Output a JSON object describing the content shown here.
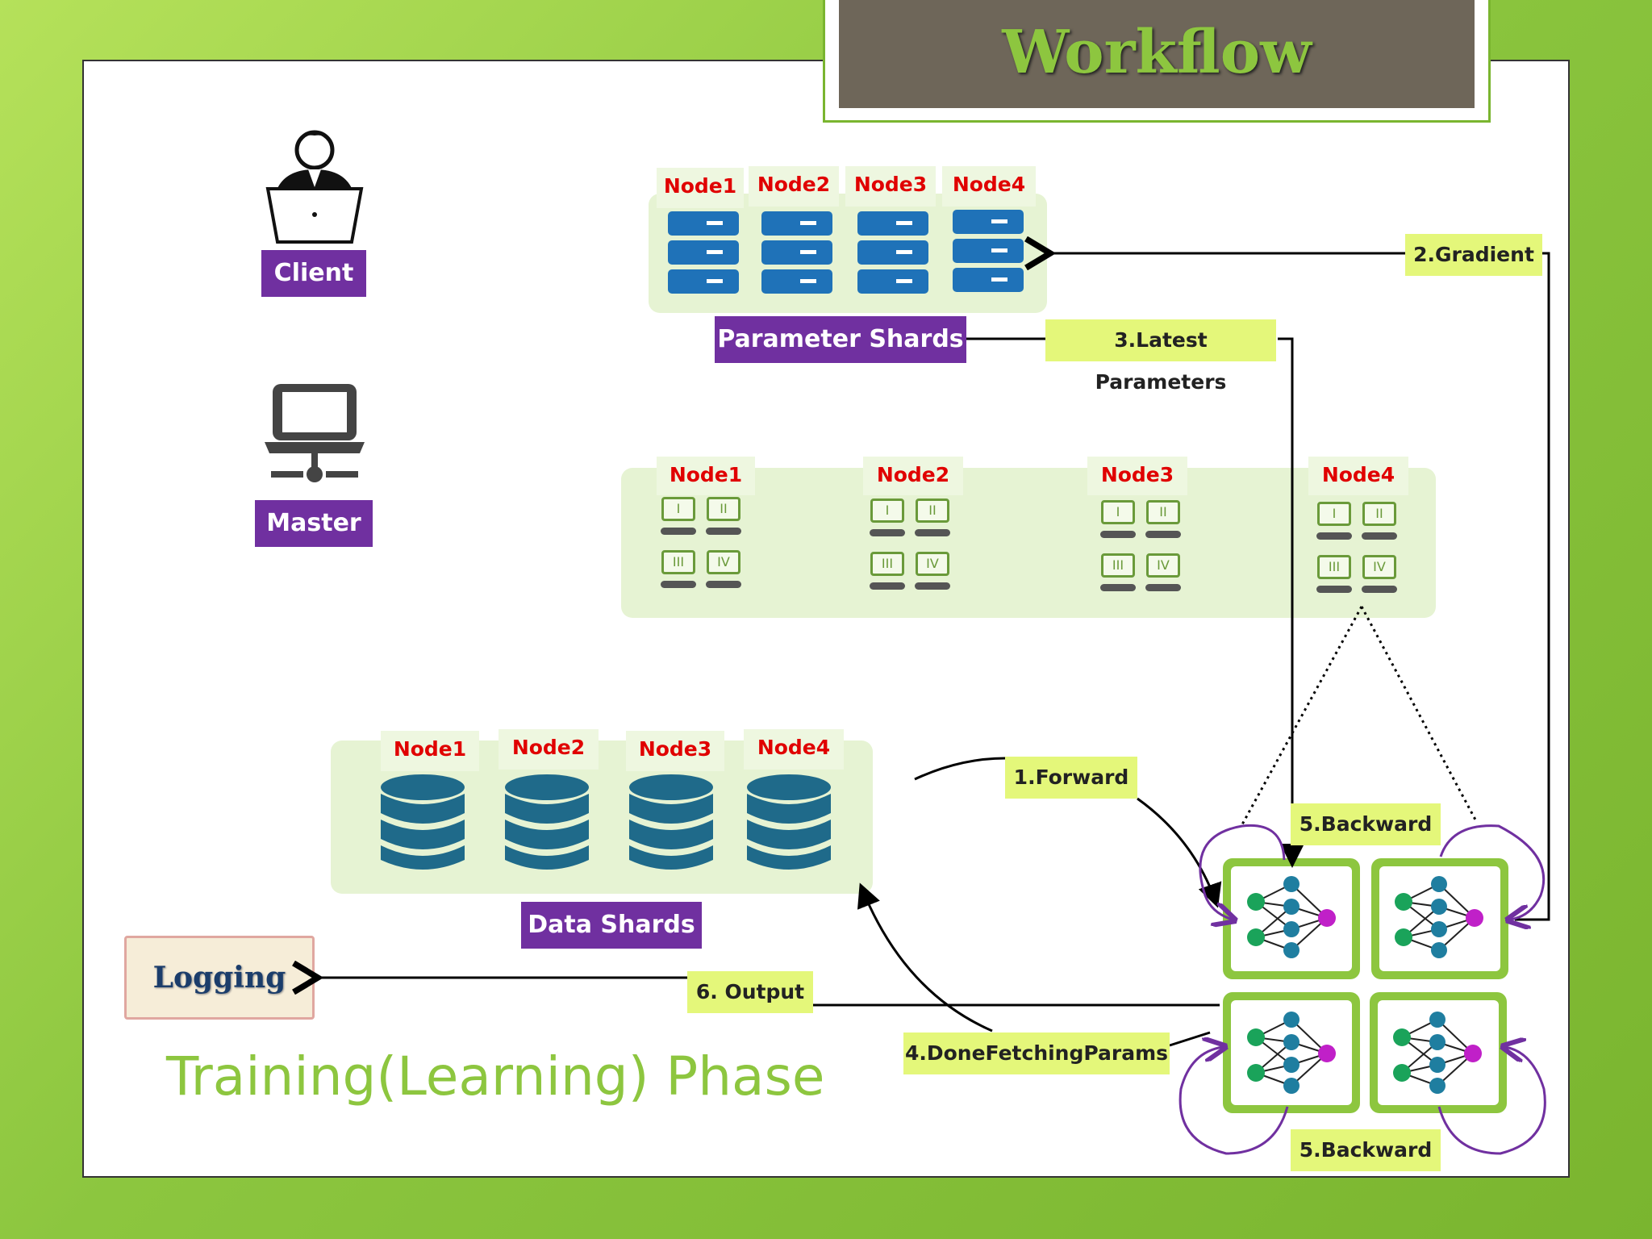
{
  "title": "Workflow",
  "client_label": "Client",
  "master_label": "Master",
  "param_nodes": [
    "Node1",
    "Node2",
    "Node3",
    "Node4"
  ],
  "param_label": "Parameter Shards",
  "replica_nodes": [
    "Node1",
    "Node2",
    "Node3",
    "Node4"
  ],
  "replica_roman": [
    "I",
    "II",
    "III",
    "IV"
  ],
  "data_nodes": [
    "Node1",
    "Node2",
    "Node3",
    "Node4"
  ],
  "data_label": "Data Shards",
  "logging_label": "Logging",
  "phase_label": "Training(Learning) Phase",
  "steps": {
    "forward": "1.Forward",
    "gradient": "2.Gradient",
    "latest_params": "3.Latest Parameters",
    "done_fetching": "4.DoneFetchingParams",
    "backward_top": "5.Backward",
    "backward_bottom": "5.Backward",
    "output": "6. Output"
  },
  "colors": {
    "accent_green": "#8dc63f",
    "purple": "#7030a0",
    "node_red": "#e00000",
    "step_yellow": "#e4f77a",
    "server_blue": "#1f72b8",
    "db_teal": "#1f6a8a"
  }
}
